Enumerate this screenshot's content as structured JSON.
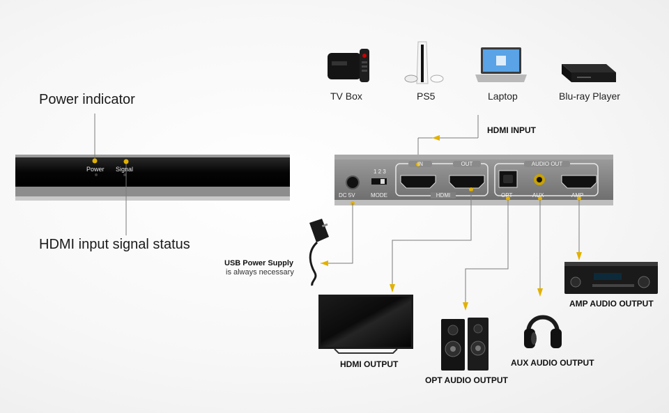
{
  "front_panel": {
    "power_indicator_callout": "Power indicator",
    "signal_status_callout": "HDMI input signal status",
    "power_led_label": "Power",
    "signal_led_label": "Signal"
  },
  "sources": [
    {
      "label": "TV Box",
      "icon": "tv-box-icon"
    },
    {
      "label": "PS5",
      "icon": "game-console-icon"
    },
    {
      "label": "Laptop",
      "icon": "laptop-icon"
    },
    {
      "label": "Blu-ray Player",
      "icon": "bluray-player-icon"
    }
  ],
  "hdmi_input_label": "HDMI INPUT",
  "rear_panel": {
    "dc_label": "DC 5V",
    "mode_numbers": "1 2 3",
    "mode_label": "MODE",
    "in_label": "IN",
    "out_label": "OUT",
    "hdmi_label": "HDMI",
    "audio_out_label": "AUDIO OUT",
    "opt_label": "OPT",
    "aux_label": "AUX",
    "amp_label": "AMP"
  },
  "power_supply": {
    "title": "USB Power Supply",
    "note": "is always necessary"
  },
  "outputs": {
    "hdmi": "HDMI OUTPUT",
    "opt": "OPT AUDIO OUTPUT",
    "aux": "AUX AUDIO OUTPUT",
    "amp": "AMP AUDIO OUTPUT"
  },
  "colors": {
    "connector_line": "#7a7a7a",
    "arrow": "#e2b100",
    "device_body": "#8a8a8a",
    "panel_black": "#0a0a0a"
  }
}
